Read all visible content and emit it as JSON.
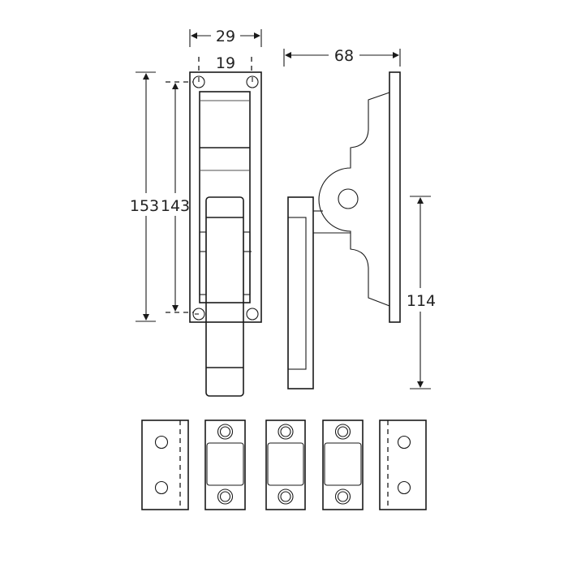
{
  "title": "Window fastener technical drawing",
  "dimensions": {
    "overall_width": "29",
    "hole_spacing_width": "19",
    "overall_height": "153",
    "hole_spacing_height": "143",
    "projection": "68",
    "handle_length": "114"
  },
  "colors": {
    "line": "#1a1a1a",
    "background": "#ffffff"
  }
}
